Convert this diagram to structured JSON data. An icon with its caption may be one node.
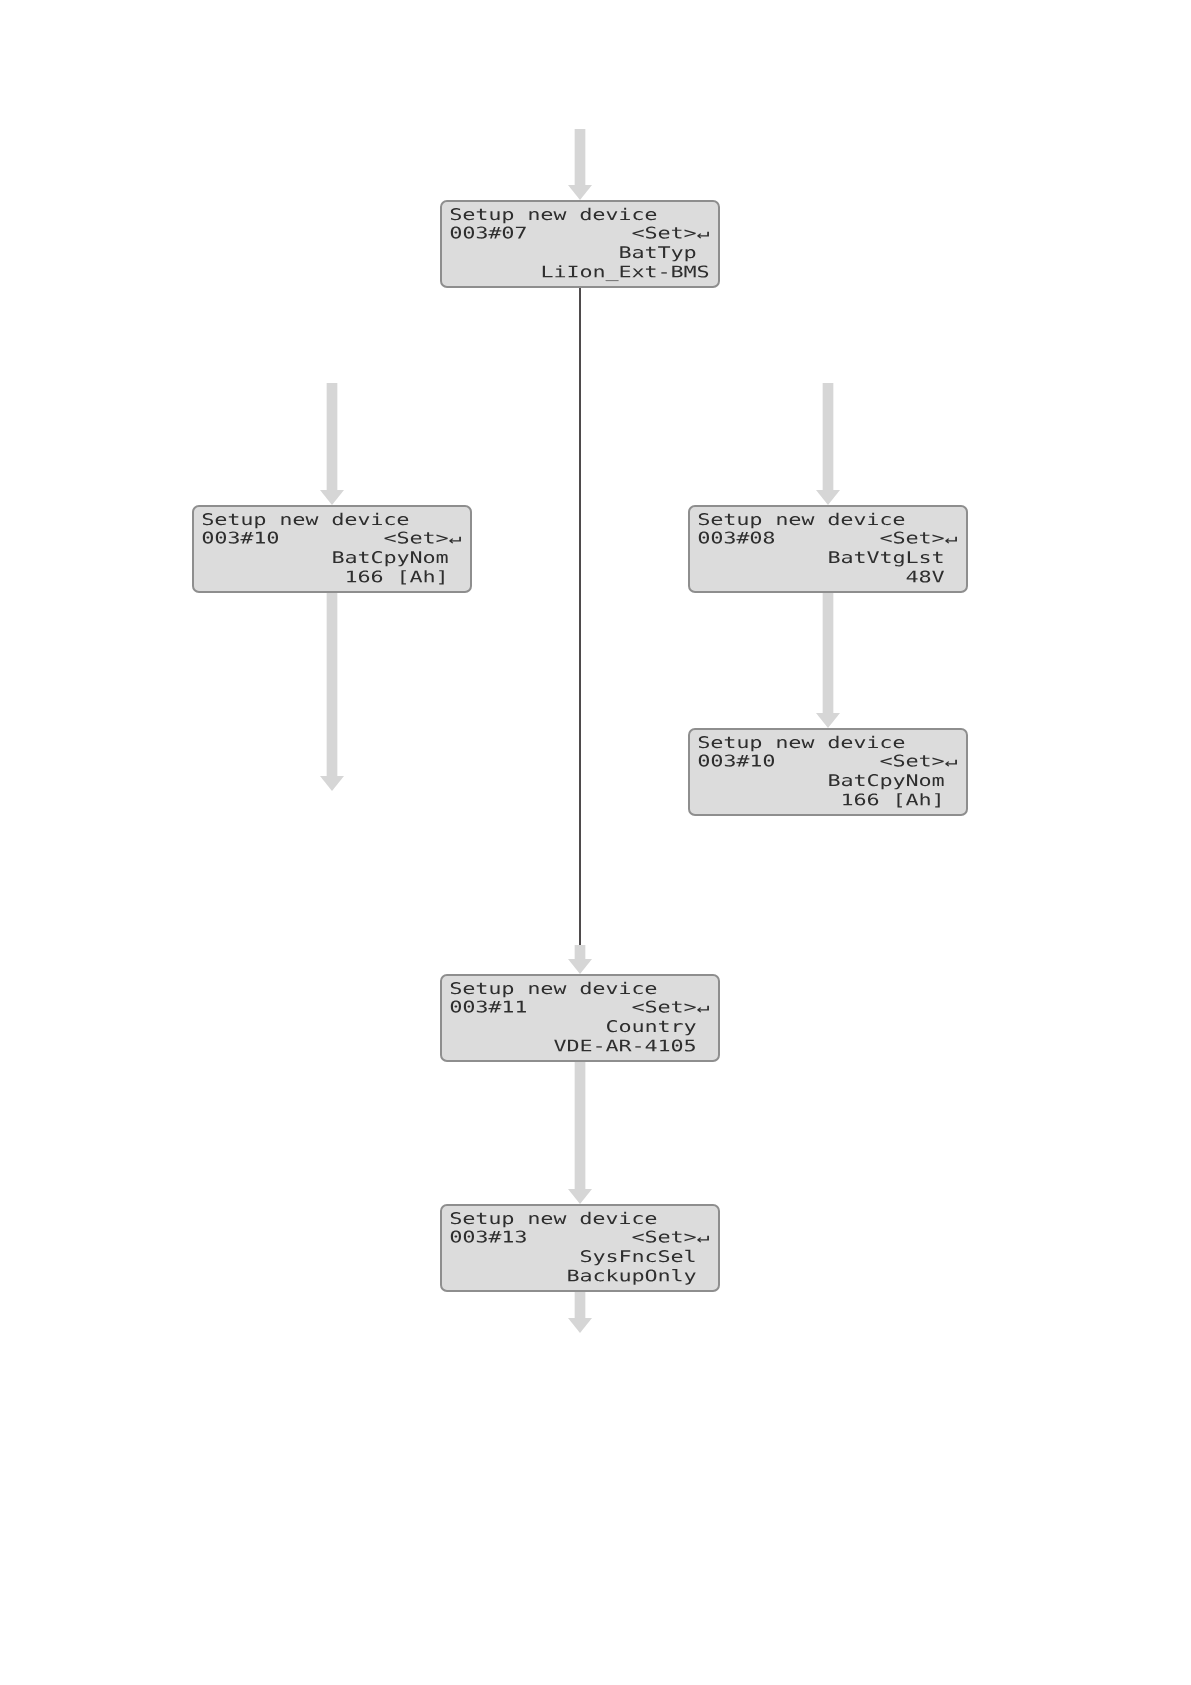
{
  "diagram": {
    "nodes": [
      {
        "text": [
          "Setup new device",
          "003#07",
          "<Set>↵",
          "BatTyp",
          "LiIon_Ext-BMS"
        ]
      },
      {
        "text": [
          "Setup new device",
          "003#10",
          "<Set>↵",
          "BatCpyNom",
          "166 [Ah]"
        ]
      },
      {
        "text": [
          "Setup new device",
          "003#08",
          "<Set>↵",
          "BatVtgLst",
          "48V"
        ]
      },
      {
        "text": [
          "Setup new device",
          "003#10",
          "<Set>↵",
          "BatCpyNom",
          "166 [Ah]"
        ]
      },
      {
        "text": [
          "Setup new device",
          "003#11",
          "<Set>↵",
          "Country",
          "VDE-AR-4105"
        ]
      },
      {
        "text": [
          "Setup new device",
          "003#13",
          "<Set>↵",
          "SysFncSel",
          "BackupOnly"
        ]
      }
    ],
    "edges": [
      {
        "from": null,
        "to": 0,
        "arrow": "to"
      },
      {
        "from": null,
        "to": 1,
        "arrow": "to"
      },
      {
        "from": null,
        "to": 2,
        "arrow": "to"
      },
      {
        "from": 2,
        "to": 3,
        "arrow": "to"
      },
      {
        "from": 1,
        "to": null,
        "arrow": "to"
      },
      {
        "from": 0,
        "to": 4,
        "arrow": "to",
        "color": "#231f20"
      },
      {
        "from": 4,
        "to": 5,
        "arrow": "to"
      },
      {
        "from": 5,
        "to": null,
        "arrow": "to"
      }
    ]
  }
}
